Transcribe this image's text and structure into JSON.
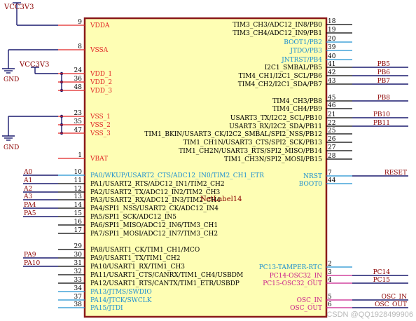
{
  "colors": {
    "body_fill": "#fefeb4",
    "body_stroke": "#8a1a1a",
    "pin_red": "#e02424",
    "pin_blue": "#1e90d0",
    "pin_magenta": "#c81e8c",
    "net_wire": "#1a1a6e",
    "net_label": "#8b0000",
    "pin_number": "#000000",
    "inner_text": "#000000"
  },
  "power": {
    "vcc_top": "VCC3V3",
    "vcc_mid": "VCC3V3",
    "gnd_top": "GND",
    "gnd_bottom": "GND"
  },
  "part_label": "NetLabel14",
  "watermark": "CSDN @QQ1928499906",
  "pins": {
    "left": [
      {
        "id": "vdda",
        "num": "9",
        "name": "VDDA",
        "color": "pin_red"
      },
      {
        "id": "vssa",
        "num": "8",
        "name": "VSSA",
        "color": "pin_red"
      },
      {
        "id": "vdd1",
        "num": "24",
        "name": "VDD_1",
        "color": "pin_red"
      },
      {
        "id": "vdd2",
        "num": "36",
        "name": "VDD_2",
        "color": "pin_red"
      },
      {
        "id": "vdd3",
        "num": "48",
        "name": "VDD_3",
        "color": "pin_red"
      },
      {
        "id": "vss1",
        "num": "23",
        "name": "VSS_1",
        "color": "pin_red"
      },
      {
        "id": "vss2",
        "num": "35",
        "name": "VSS_2",
        "color": "pin_red"
      },
      {
        "id": "vss3",
        "num": "47",
        "name": "VSS_3",
        "color": "pin_red"
      },
      {
        "id": "vbat",
        "num": "1",
        "name": "VBAT",
        "color": "pin_red"
      },
      {
        "id": "pa0",
        "num": "10",
        "name": "PA0/WKUP/USART2_CTS/ADC12_IN0/TIM2_CH1_ETR",
        "color": "pin_blue",
        "net": "A0"
      },
      {
        "id": "pa1",
        "num": "11",
        "name": "PA1/USART2_RTS/ADC12_IN1/TIM2_CH2",
        "color": "pin_number",
        "net": "A1"
      },
      {
        "id": "pa2",
        "num": "12",
        "name": "PA2/USART2_TX/ADC12_IN2/TIM2_CH3",
        "color": "pin_number",
        "net": "A2"
      },
      {
        "id": "pa3",
        "num": "13",
        "name": "PA3/USART2_RX/ADC12_IN3/TIM2_CH4",
        "color": "pin_number",
        "net": "A3"
      },
      {
        "id": "pa4",
        "num": "14",
        "name": "PA4/SPI1_NSS/USART2_CK/ADC12_IN4",
        "color": "pin_number",
        "net": "PA4"
      },
      {
        "id": "pa5",
        "num": "15",
        "name": "PA5/SPI1_SCK/ADC12_IN5",
        "color": "pin_number",
        "net": "PA5"
      },
      {
        "id": "pa6",
        "num": "16",
        "name": "PA6/SPI1_MISO/ADC12_IN6/TIM3_CH1",
        "color": "pin_number"
      },
      {
        "id": "pa7",
        "num": "17",
        "name": "PA7/SPI1_MOSI/ADC12_IN7/TIM3_CH2",
        "color": "pin_number"
      },
      {
        "id": "pa8",
        "num": "29",
        "name": "PA8/USART1_CK/TIM1_CH1/MCO",
        "color": "pin_number"
      },
      {
        "id": "pa9",
        "num": "30",
        "name": "PA9/USART1_TX/TIM1_CH2",
        "color": "pin_number",
        "net": "PA9"
      },
      {
        "id": "pa10",
        "num": "31",
        "name": "PA10/USART1_RX/TIM1_CH3",
        "color": "pin_number",
        "net": "PA10"
      },
      {
        "id": "pa11",
        "num": "32",
        "name": "PA11/USART1_CTS/CANRX/TIM1_CH4/USBDM",
        "color": "pin_number"
      },
      {
        "id": "pa12",
        "num": "33",
        "name": "PA12/USART1_RTS/CANTX/TIM1_ETR/USBDP",
        "color": "pin_number"
      },
      {
        "id": "pa13",
        "num": "34",
        "name": "PA13/JTMS/SWDIO",
        "color": "pin_blue"
      },
      {
        "id": "pa14",
        "num": "37",
        "name": "PA14/JTCK/SWCLK",
        "color": "pin_blue"
      },
      {
        "id": "pa15",
        "num": "38",
        "name": "PA15/JTDI",
        "color": "pin_blue"
      }
    ],
    "right": [
      {
        "id": "pb0",
        "num": "18",
        "name": "TIM3_CH3/ADC12_IN8/PB0",
        "color": "pin_number"
      },
      {
        "id": "pb1",
        "num": "19",
        "name": "TIM3_CH4/ADC12_IN9/PB1",
        "color": "pin_number"
      },
      {
        "id": "pb2",
        "num": "20",
        "name": "BOOT1/PB2",
        "color": "pin_blue"
      },
      {
        "id": "pb3",
        "num": "39",
        "name": "JTDO/PB3",
        "color": "pin_blue"
      },
      {
        "id": "pb4",
        "num": "40",
        "name": "JNTRST/PB4",
        "color": "pin_blue"
      },
      {
        "id": "pb5",
        "num": "41",
        "name": "I2C1_SMBAL/PB5",
        "color": "pin_number",
        "net": "PB5"
      },
      {
        "id": "pb6",
        "num": "42",
        "name": "TIM4_CH1/I2C1_SCL/PB6",
        "color": "pin_number",
        "net": "PB6"
      },
      {
        "id": "pb7",
        "num": "43",
        "name": "TIM4_CH2/I2C1_SDA/PB7",
        "color": "pin_number",
        "net": "PB7"
      },
      {
        "id": "pb8",
        "num": "45",
        "name": "TIM4_CH3/PB8",
        "color": "pin_number",
        "net": "PB8"
      },
      {
        "id": "pb9",
        "num": "46",
        "name": "TIM4_CH4/PB9",
        "color": "pin_number"
      },
      {
        "id": "pb10",
        "num": "21",
        "name": "USART3_TX/I2C2_SCL/PB10",
        "color": "pin_number",
        "net": "PB10"
      },
      {
        "id": "pb11",
        "num": "22",
        "name": "USART3_RX/I2C2_SDA/PB11",
        "color": "pin_number",
        "net": "PB11"
      },
      {
        "id": "pb12",
        "num": "25",
        "name": "TIM1_BKIN/USART3_CK/I2C2_SMBAL/SPI2_NSS/PB12",
        "color": "pin_number"
      },
      {
        "id": "pb13",
        "num": "26",
        "name": "TIM1_CH1N/USART3_CTS/SPI2_SCK/PB13",
        "color": "pin_number"
      },
      {
        "id": "pb14",
        "num": "27",
        "name": "TIM1_CH2N/USART3_RTS/SPI2_MISO/PB14",
        "color": "pin_number"
      },
      {
        "id": "pb15",
        "num": "28",
        "name": "TIM1_CH3N/SPI2_MOSI/PB15",
        "color": "pin_number"
      },
      {
        "id": "nrst",
        "num": "7",
        "name": "NRST",
        "color": "pin_blue",
        "net": "RESET"
      },
      {
        "id": "boot0",
        "num": "44",
        "name": "BOOT0",
        "color": "pin_blue"
      },
      {
        "id": "pc13",
        "num": "2",
        "name": "PC13-TAMPER-RTC",
        "color": "pin_blue"
      },
      {
        "id": "pc14",
        "num": "3",
        "name": "PC14-OSC32_IN",
        "color": "pin_magenta",
        "net": "PC14"
      },
      {
        "id": "pc15",
        "num": "4",
        "name": "PC15-OSC32_OUT",
        "color": "pin_magenta",
        "net": "PC15"
      },
      {
        "id": "oscin",
        "num": "5",
        "name": "OSC_IN",
        "color": "pin_magenta",
        "net": "OSC_IN"
      },
      {
        "id": "oscout",
        "num": "6",
        "name": "OSC_OUT",
        "color": "pin_magenta",
        "net": "OSC_OUT"
      }
    ]
  }
}
